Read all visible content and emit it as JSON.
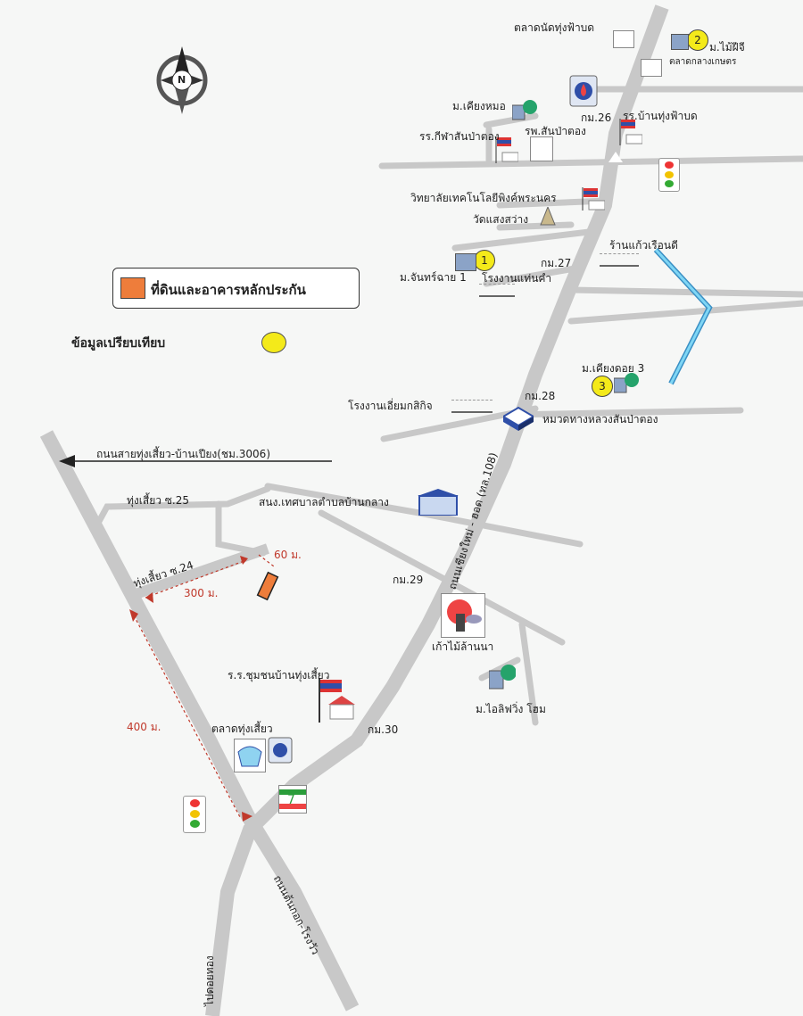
{
  "compass": {
    "letter": "N"
  },
  "legend": {
    "collateral_label": "ที่ดินและอาคารหลักประกัน",
    "comparable_label": "ข้อมูลเปรียบเทียบ"
  },
  "colors": {
    "road": "#c8c8c8",
    "canal": "#58c3ec",
    "collateral": "#ee7d3b",
    "marker": "#f4ea1a",
    "distance": "#c0392b"
  },
  "roads": {
    "main": "ถนนเชียงใหม่ - ฮอด (ทล.108)",
    "west": "ถนนสายทุ่งเสี้ยว-บ้านเปียง(ชม.3006)",
    "south": "ถนนต้นกอก-โรงวัว",
    "south_west": "ไปดอยทอง",
    "soi25": "ทุ่งเสี้ยว ซ.25",
    "soi24": "ทุ่งเสี้ยว ซ.24"
  },
  "distances": {
    "d60": "60 ม.",
    "d300": "300 ม.",
    "d400": "400 ม."
  },
  "markers": [
    "1",
    "2",
    "3"
  ],
  "places": {
    "market_top": "ตลาดนัดทุ่งฟ้าบด",
    "village_top_right": "ม.ไม้ฝีจี",
    "market_agri": "ตลาดกลางเกษตร",
    "km26": "กม.26",
    "kieng_mor": "ม.เคียงหมอ",
    "school_top": "รร.บ้านทุ่งฟ้าบด",
    "school_kila": "รร.กีฬาสันป่าตอง",
    "hospital": "รพ.สันป่าตอง",
    "college": "วิทยาลัยเทคโนโลยีพิงค์พระนคร",
    "wat": "วัดแสงสว่าง",
    "shop": "ร้านแก้วเรือนดี",
    "km27": "กม.27",
    "village_chan": "ม.จันทร์ฉาย 1",
    "factory_tan": "โรงงานแท่นคำ",
    "kieng_doi": "ม.เคียงดอย 3",
    "factory_iam": "โรงงานเอี่ยมกสิกิจ",
    "km28": "กม.28",
    "highway_unit": "หมวดทางหลวงสันป่าตอง",
    "office": "สนง.เทศบาลตำบลบ้านกลาง",
    "km29": "กม.29",
    "kao_mai": "เก้าไม้ล้านนา",
    "school_bottom": "ร.ร.ชุมชนบ้านทุ่งเสี้ยว",
    "ilife": "ม.ไอลิฟวิ่ง โฮม",
    "market_bottom": "ตลาดทุ่งเสี้ยว",
    "km30": "กม.30"
  }
}
